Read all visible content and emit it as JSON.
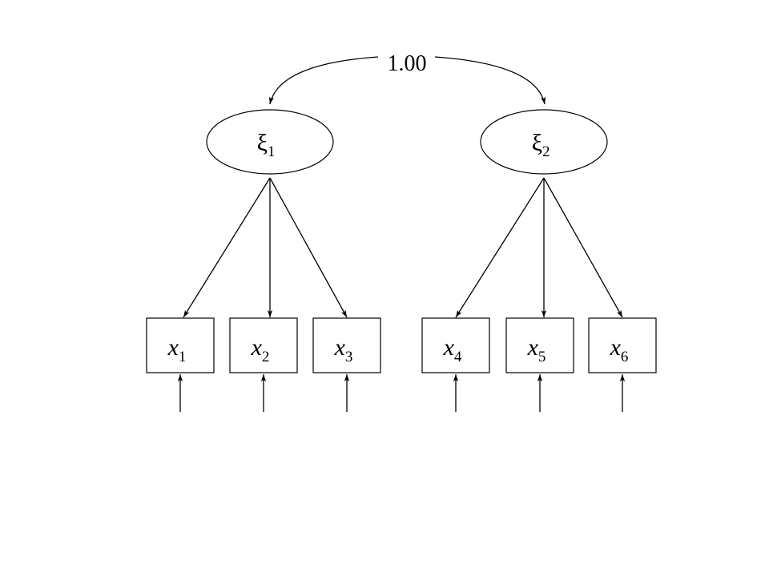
{
  "correlation": {
    "label": "1.00"
  },
  "latents": [
    {
      "id": "xi1",
      "symbol": "ξ",
      "subscript": "1"
    },
    {
      "id": "xi2",
      "symbol": "ξ",
      "subscript": "2"
    }
  ],
  "indicators": [
    {
      "id": "x1",
      "symbol": "x",
      "subscript": "1",
      "factor": "xi1"
    },
    {
      "id": "x2",
      "symbol": "x",
      "subscript": "2",
      "factor": "xi1"
    },
    {
      "id": "x3",
      "symbol": "x",
      "subscript": "3",
      "factor": "xi1"
    },
    {
      "id": "x4",
      "symbol": "x",
      "subscript": "4",
      "factor": "xi2"
    },
    {
      "id": "x5",
      "symbol": "x",
      "subscript": "5",
      "factor": "xi2"
    },
    {
      "id": "x6",
      "symbol": "x",
      "subscript": "6",
      "factor": "xi2"
    }
  ]
}
